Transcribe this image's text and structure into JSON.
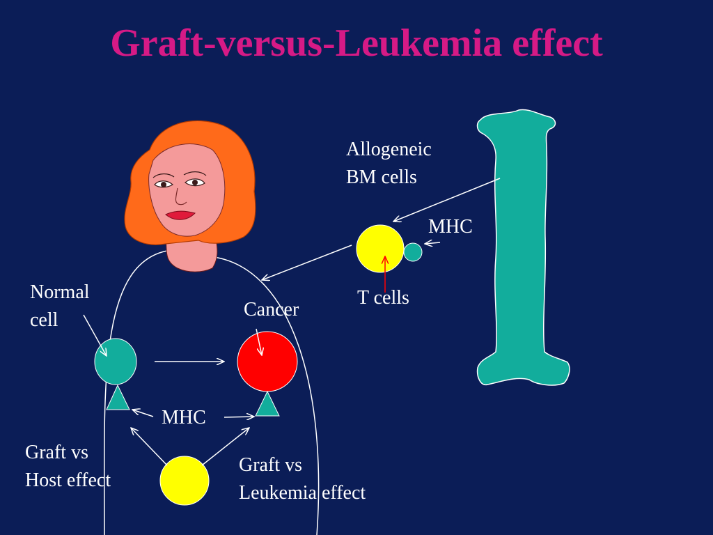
{
  "title": "Graft-versus-Leukemia effect",
  "labels": {
    "allogeneic_line1": "Allogeneic",
    "allogeneic_line2": "BM cells",
    "mhc_top": "MHC",
    "t_cells": "T cells",
    "normal_line1": "Normal",
    "normal_line2": "cell",
    "cancer": "Cancer",
    "mhc_bottom": "MHC",
    "gvh_line1": "Graft vs",
    "gvh_line2": "Host effect",
    "gvl_line1": "Graft vs",
    "gvl_line2": "Leukemia effect"
  },
  "colors": {
    "background": "#0b1d57",
    "title": "#d61a86",
    "teal": "#12ad9c",
    "yellow": "#ffff00",
    "red": "#ff0000",
    "hair": "#ff6a1a",
    "skin": "#f49a9a"
  }
}
